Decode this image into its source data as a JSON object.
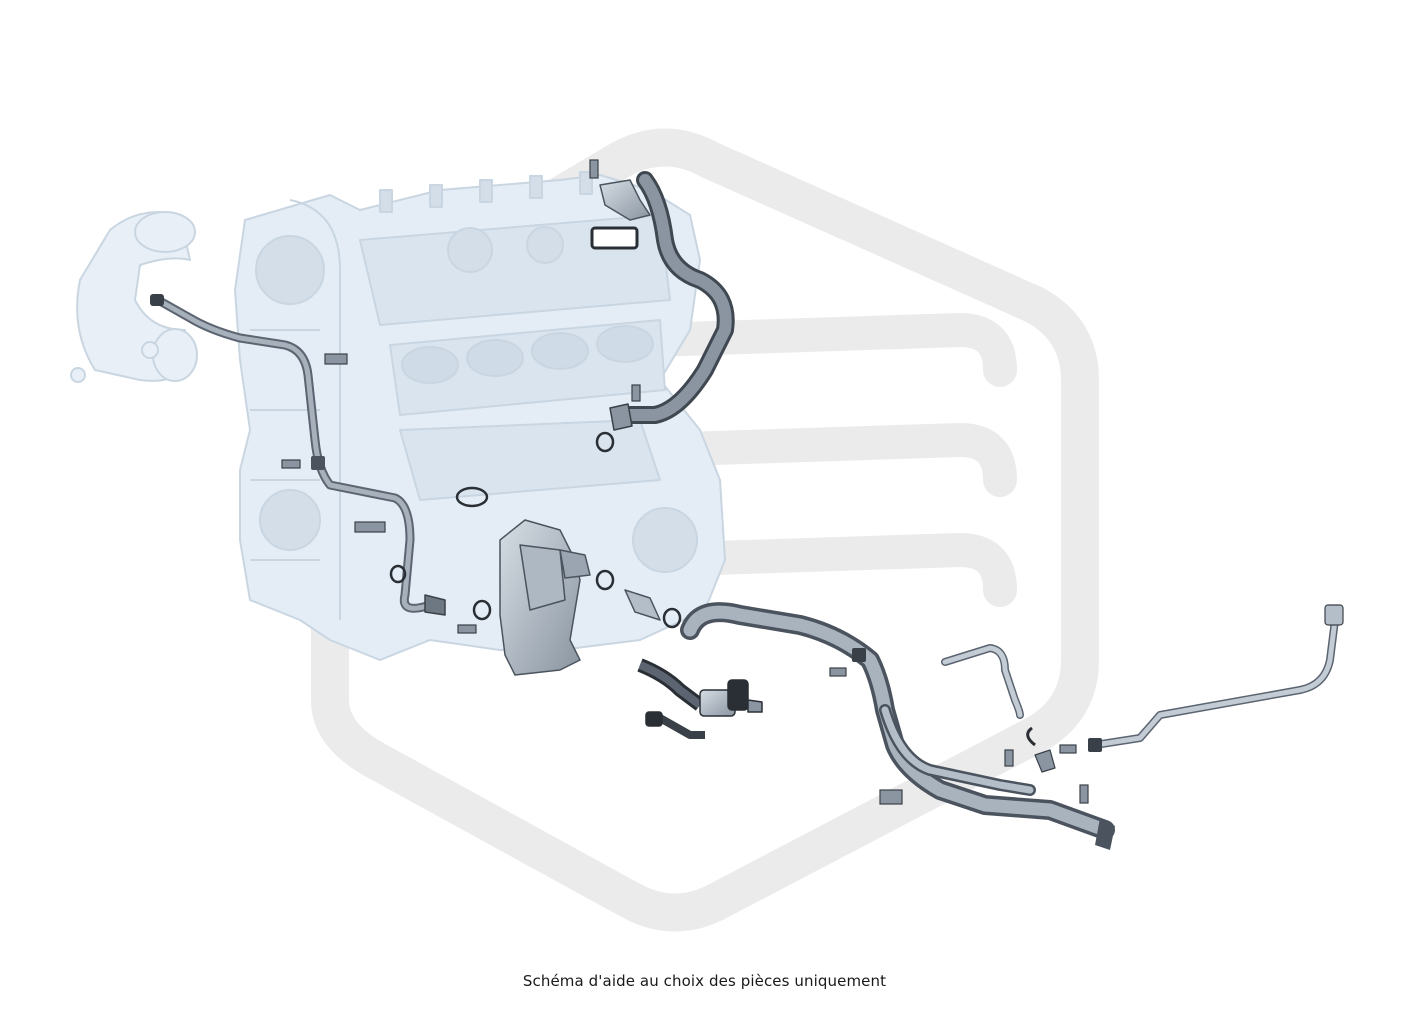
{
  "caption": "Schéma d'aide au choix des pièces uniquement",
  "diagram": {
    "subject": "engine-cooling-and-ventilation-hoses",
    "icons": {
      "watermark": "brand-hexagon-watermark",
      "engine": "engine-block-icon",
      "air_duct": "air-intake-duct-icon",
      "valve": "valve-icon",
      "housing": "thermostat-housing-icon"
    },
    "colors": {
      "background": "#ffffff",
      "watermark": "#ebebeb",
      "engine_fill": "#e4edf5",
      "engine_line": "#c9d6e2",
      "hose_fill": "#9aa5b1",
      "hose_dark": "#4b545e",
      "part_fill": "#bcc6d0",
      "gasket": "#2a2f35",
      "text": "#1a1a1a"
    }
  }
}
